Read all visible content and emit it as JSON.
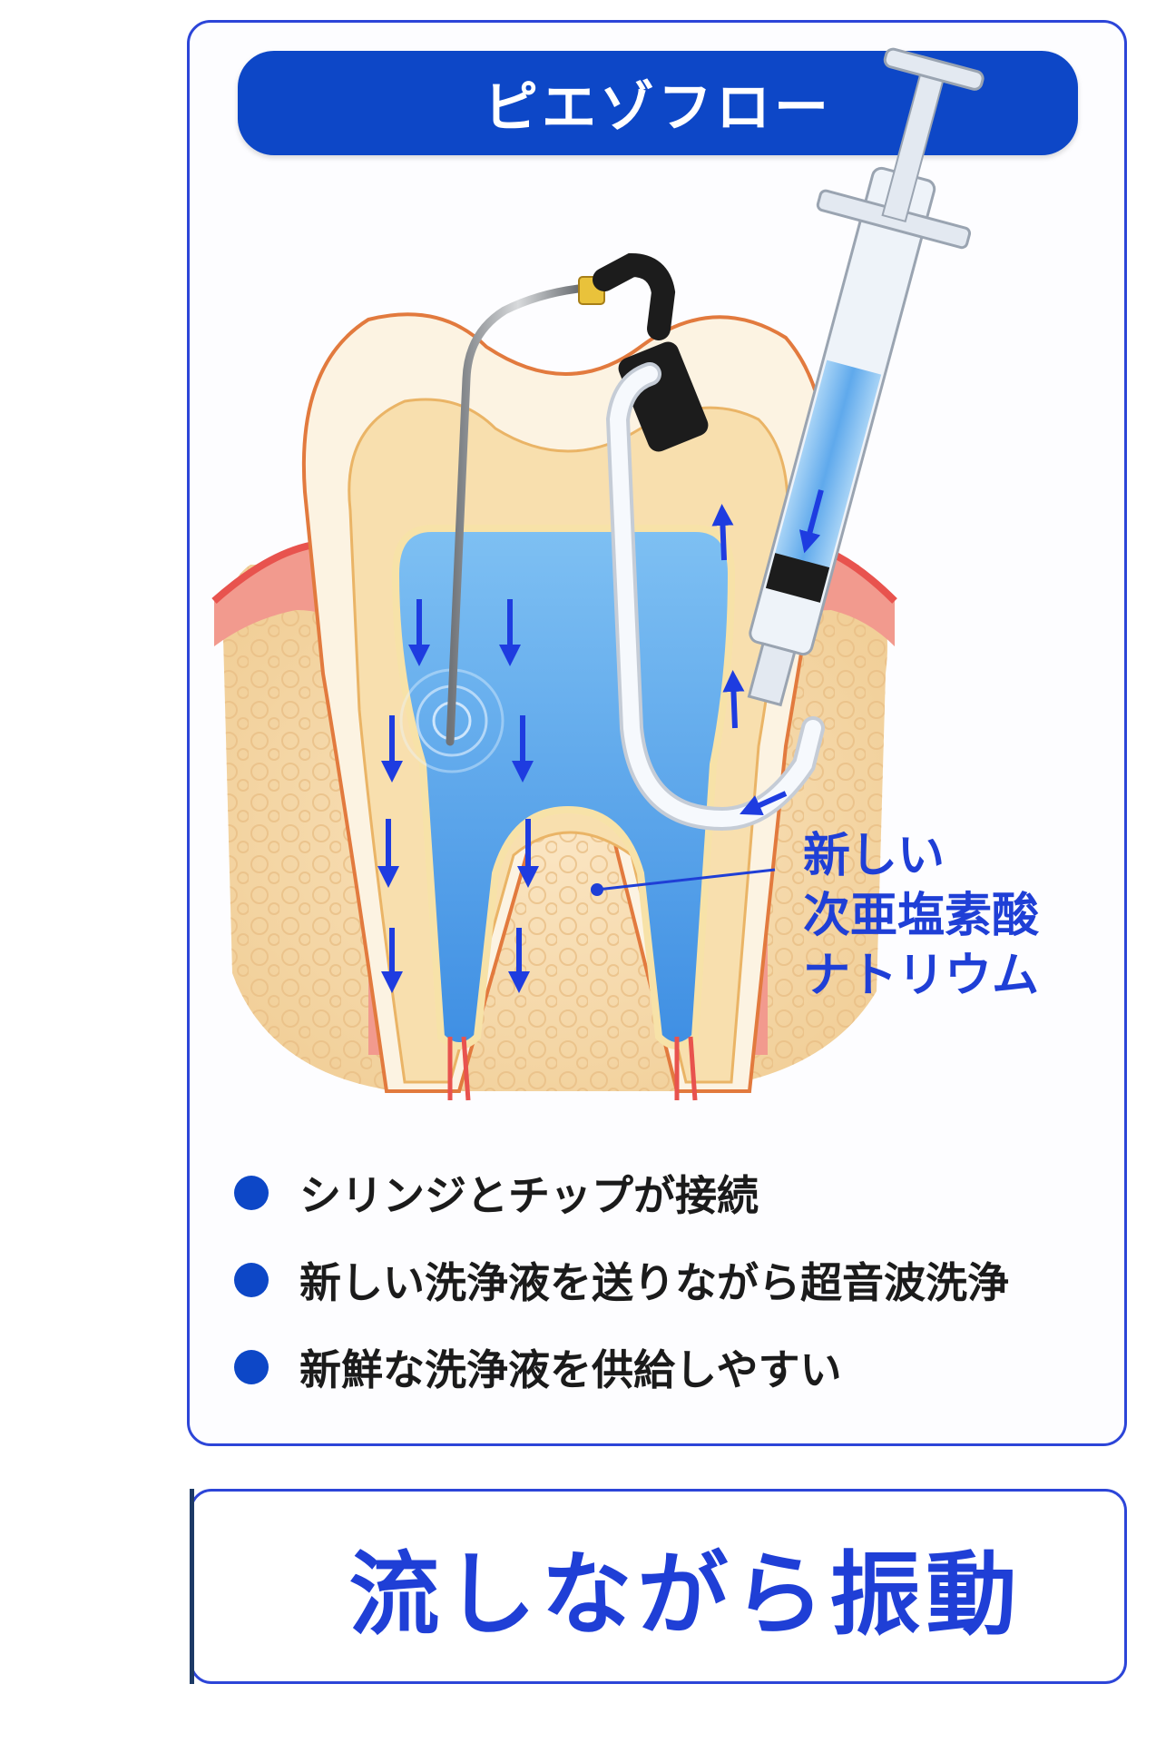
{
  "title": "ピエゾフロー",
  "callout_lines": [
    "新しい",
    "次亜塩素酸",
    "ナトリウム"
  ],
  "bullets": [
    "シリンジとチップが接続",
    "新しい洗浄液を送りながら超音波洗浄",
    "新鮮な洗浄液を供給しやすい"
  ],
  "footer_text": "流しながら振動",
  "colors": {
    "accent_blue": "#0d47c7",
    "text_blue": "#1f3fd6",
    "fluid_blue": "#5aa6ec",
    "arrow_blue": "#1e3ce0",
    "gum_red": "#e8534e",
    "bone": "#f6d9a8"
  }
}
